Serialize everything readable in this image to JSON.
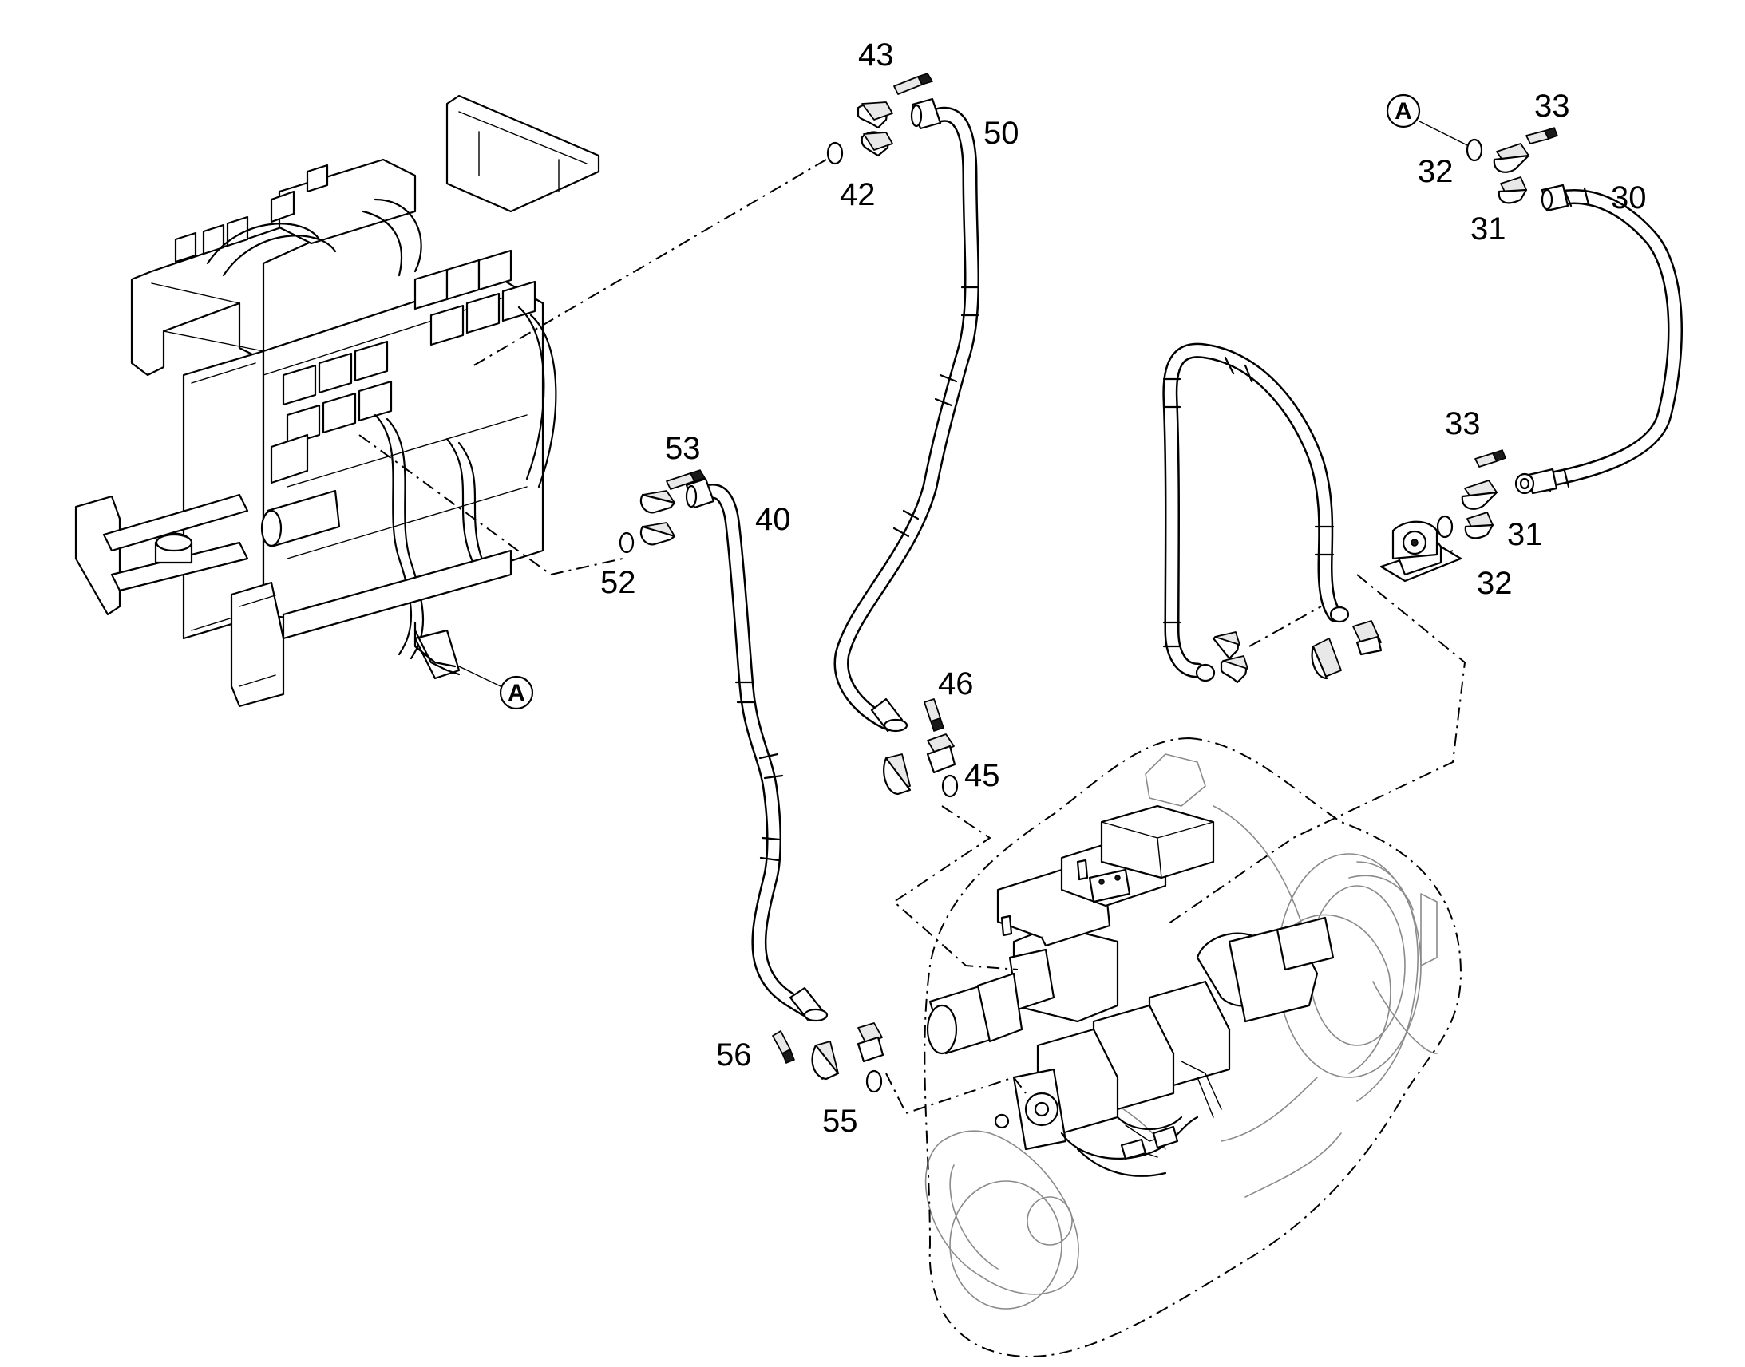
{
  "callouts": {
    "c30": "30",
    "c31a": "31",
    "c31b": "31",
    "c32a": "32",
    "c32b": "32",
    "c33a": "33",
    "c33b": "33",
    "c40": "40",
    "c42": "42",
    "c43": "43",
    "c45": "45",
    "c46": "46",
    "c50": "50",
    "c52": "52",
    "c53": "53",
    "c55": "55",
    "c56": "56"
  },
  "references": {
    "ref_a_top": "A",
    "ref_a_bottom": "A"
  }
}
